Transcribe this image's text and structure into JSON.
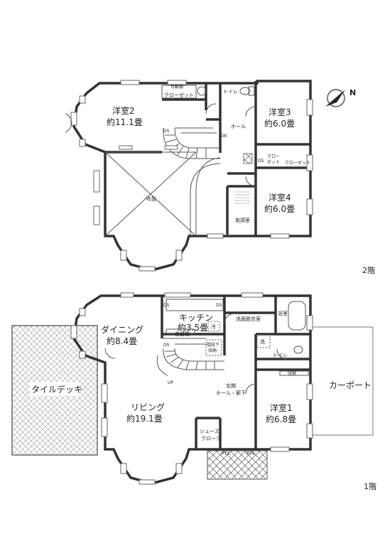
{
  "floors": [
    {
      "id": "floor2",
      "label": "2階",
      "rooms": {
        "bedroom2": {
          "name": "洋室2",
          "area": "約11.1畳"
        },
        "bedroom3": {
          "name": "洋室3",
          "area": "約6.0畳"
        },
        "bedroom4": {
          "name": "洋室4",
          "area": "約6.0畳"
        }
      },
      "labels": {
        "movable_shelf": "可動棚",
        "closet": "クローゼット",
        "toilet": "トイレ",
        "hall": "ホール",
        "ds": "DS",
        "dn": "DN",
        "void": "吹抜",
        "closet_small": "クロー\nゼット",
        "closet_small_l1": "クロー",
        "closet_small_l2": "ゼット",
        "closet_right": "クローゼット",
        "air_room": "気調室"
      }
    },
    {
      "id": "floor1",
      "label": "1階",
      "rooms": {
        "dining": {
          "name": "ダイニング",
          "area": "約8.4畳"
        },
        "kitchen": {
          "name": "キッチン",
          "area": "約3.5畳"
        },
        "living": {
          "name": "リビング",
          "area": "約19.1畳"
        },
        "bedroom1": {
          "name": "洋室1",
          "area": "約6.8畳"
        }
      },
      "labels": {
        "ds": "DS",
        "fridge": "冷",
        "washroom": "洗面脱衣室",
        "bath": "浴室",
        "wash": "洗",
        "pantry": "食器棚",
        "under_stairs_l1": "階段下",
        "under_stairs_l2": "収納",
        "toilet": "トイレ",
        "storage": "収納",
        "up": "UP",
        "entrance_l1": "玄関",
        "entrance_l2": "ホール・廊下",
        "shoes_l1": "シューズ",
        "shoes_l2": "クローク",
        "tile_deck": "タイルデッキ",
        "carport": "カーポート",
        "ptx": "PTX"
      }
    }
  ],
  "compass": {
    "label": "N"
  }
}
